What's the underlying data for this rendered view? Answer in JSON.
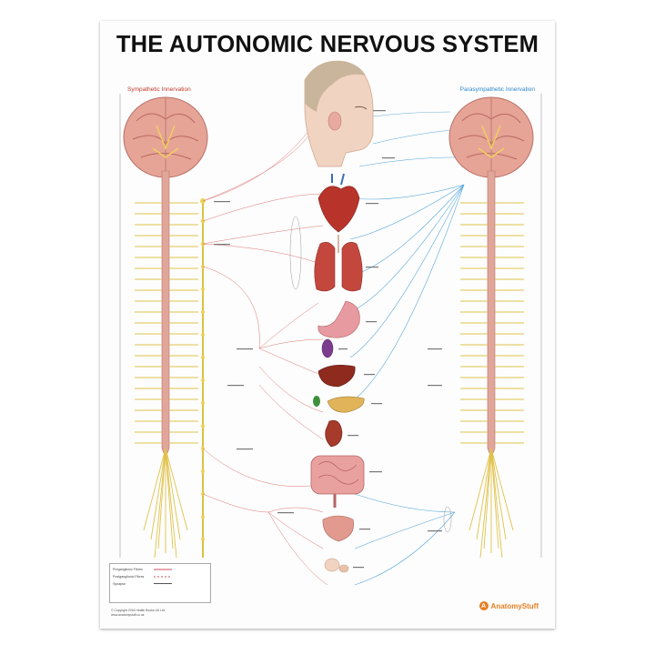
{
  "poster": {
    "title": "THE AUTONOMIC NERVOUS SYSTEM",
    "sympathetic_heading": "Sympathetic Innervation",
    "parasympathetic_heading": "Parasympathetic Innervation",
    "legend": {
      "preganglionic": "Preganglionic Fibres",
      "postganglionic": "Postganglionic Fibres",
      "synapse": "Synapse"
    },
    "copyright_line1": "© Copyright 2016 Health Books UK Ltd.",
    "copyright_line2": "www.anatomystuff.co.uk",
    "logo_text": "AnatomyStuff",
    "logo_mark": "A"
  },
  "colors": {
    "sympathetic": "#c0392b",
    "parasympathetic": "#2a86c8",
    "ganglion_chain": "#d9c340",
    "spine": "#d99a8a",
    "brain": "#e7a9a0",
    "nerves": "#e0c24a"
  }
}
